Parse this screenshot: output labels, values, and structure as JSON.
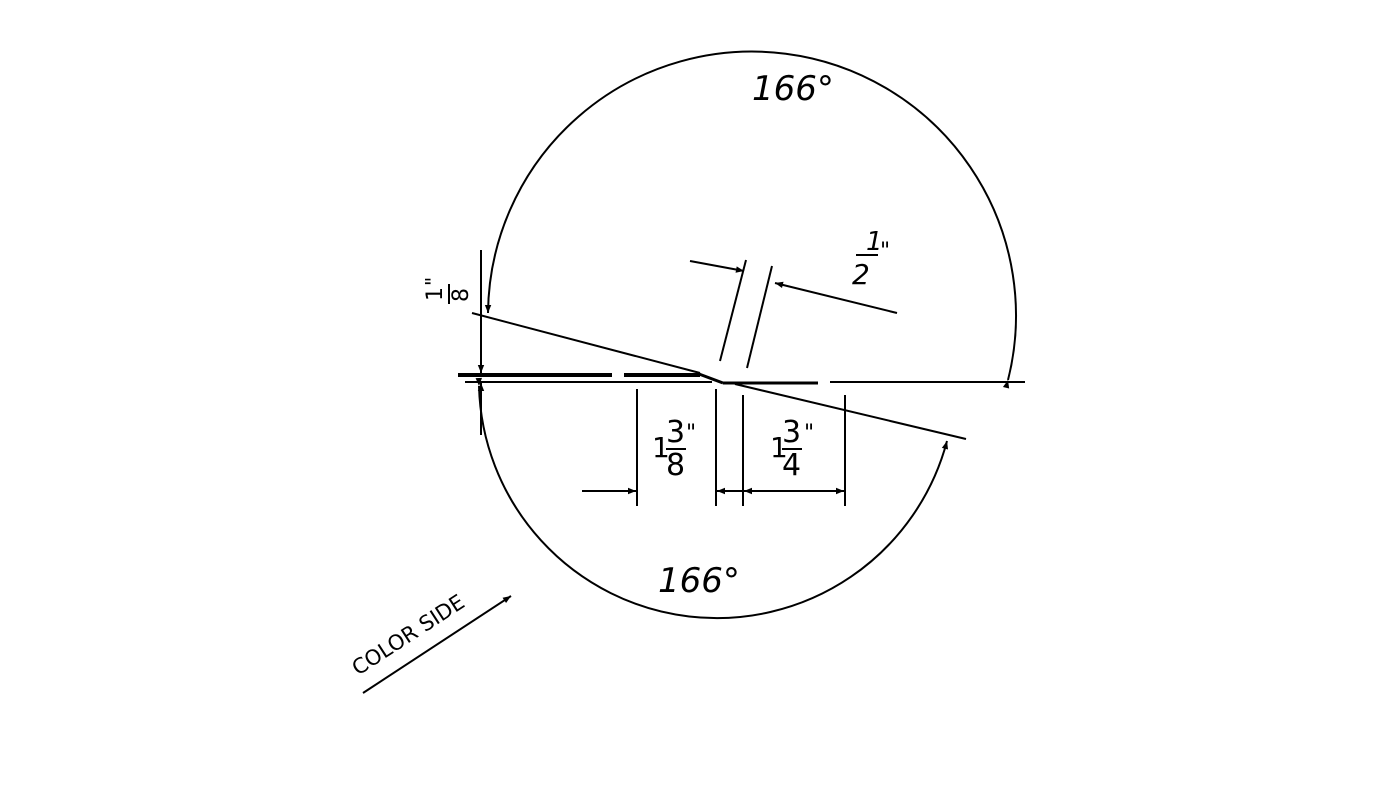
{
  "colors": {
    "ink": "#000000",
    "background": "#ffffff"
  },
  "labels": {
    "top_angle": "166°",
    "bottom_angle": "166°",
    "hem_depth": {
      "whole": "",
      "num": "1",
      "den": "8",
      "unit": "\""
    },
    "offset": {
      "whole": "",
      "num": "1",
      "den": "2",
      "unit": "\""
    },
    "left_flat": {
      "whole": "1",
      "num": "3",
      "den": "8",
      "unit": "\""
    },
    "right_flat": {
      "whole": "1",
      "num": "3",
      "den": "4",
      "unit": "\""
    },
    "color_side": "COLOR SIDE"
  }
}
